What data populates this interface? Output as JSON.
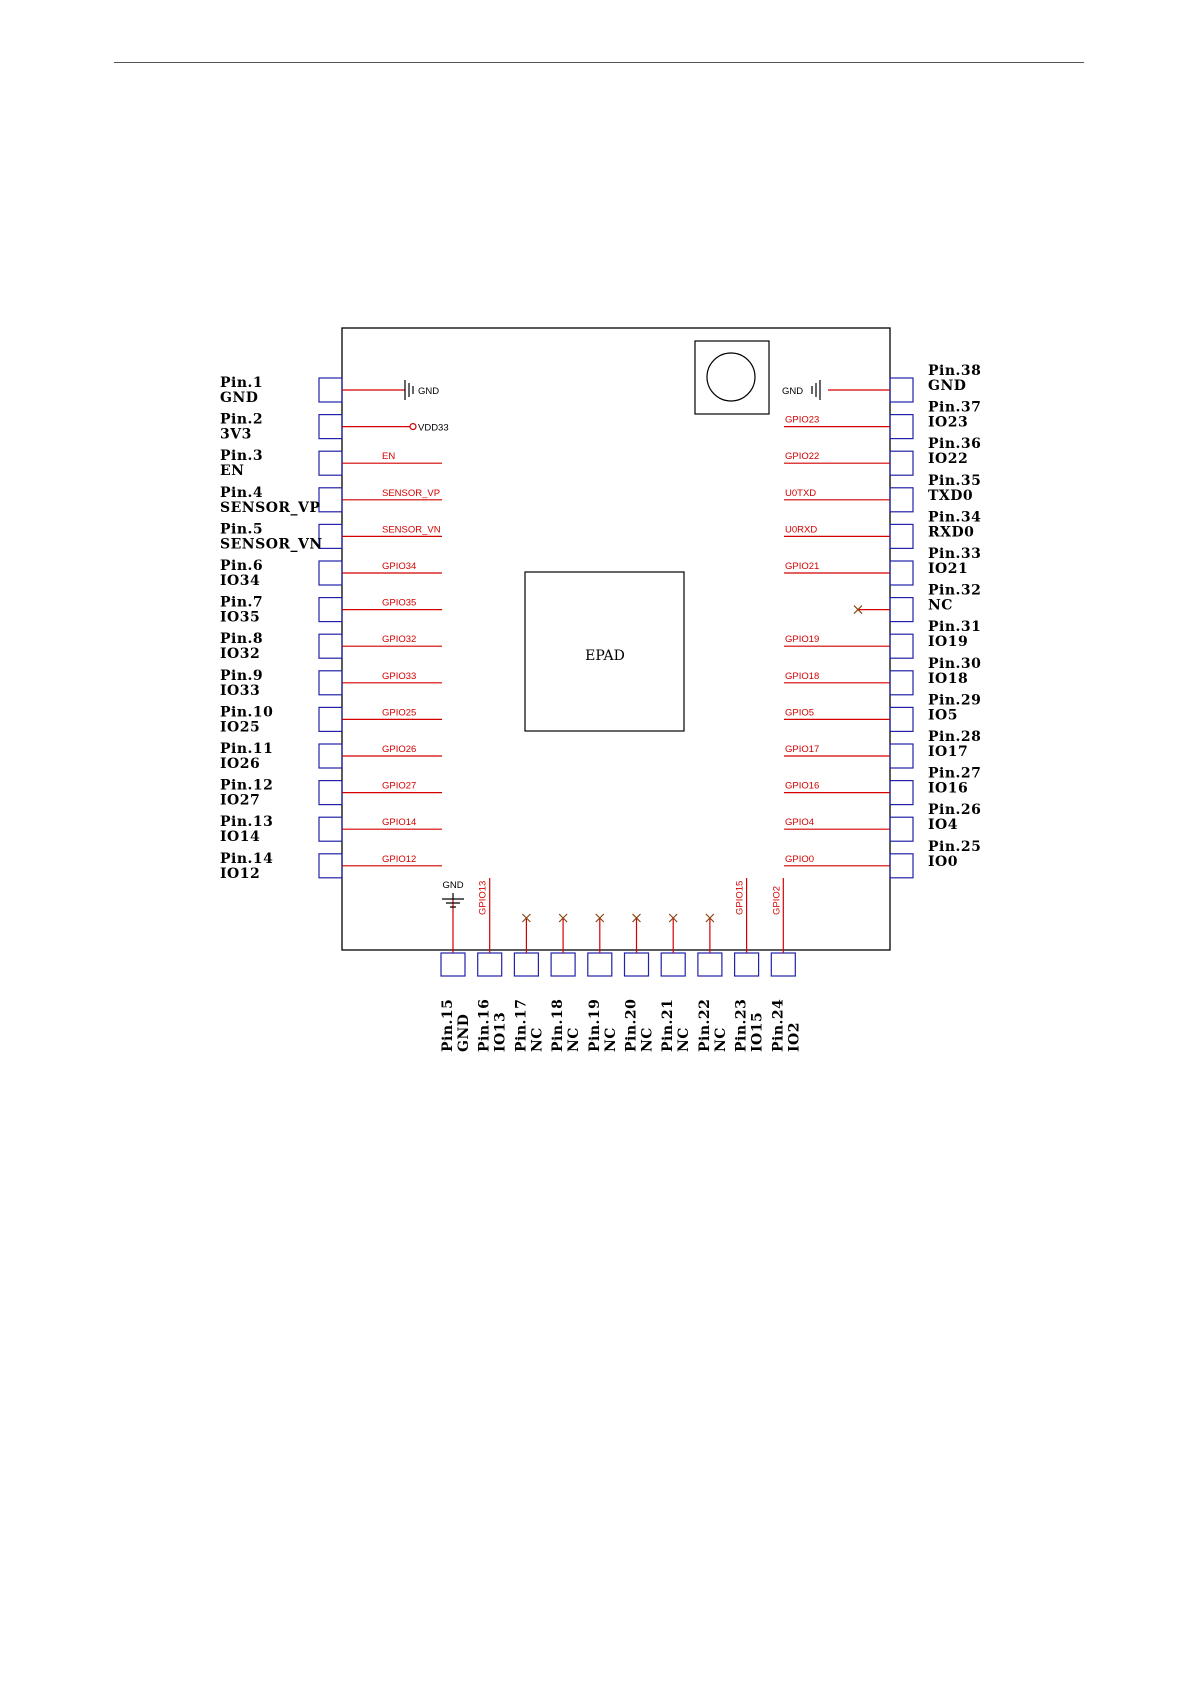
{
  "module": {
    "epad_label": "EPAD",
    "left_pins": [
      {
        "pin": "Pin.1",
        "name": "GND",
        "net": "GND",
        "kind": "gnd"
      },
      {
        "pin": "Pin.2",
        "name": "3V3",
        "net": "VDD33",
        "kind": "vdd"
      },
      {
        "pin": "Pin.3",
        "name": "EN",
        "net": "EN",
        "kind": "net"
      },
      {
        "pin": "Pin.4",
        "name": "SENSOR_VP",
        "net": "SENSOR_VP",
        "kind": "net"
      },
      {
        "pin": "Pin.5",
        "name": "SENSOR_VN",
        "net": "SENSOR_VN",
        "kind": "net"
      },
      {
        "pin": "Pin.6",
        "name": "IO34",
        "net": "GPIO34",
        "kind": "net"
      },
      {
        "pin": "Pin.7",
        "name": "IO35",
        "net": "GPIO35",
        "kind": "net"
      },
      {
        "pin": "Pin.8",
        "name": "IO32",
        "net": "GPIO32",
        "kind": "net"
      },
      {
        "pin": "Pin.9",
        "name": "IO33",
        "net": "GPIO33",
        "kind": "net"
      },
      {
        "pin": "Pin.10",
        "name": "IO25",
        "net": "GPIO25",
        "kind": "net"
      },
      {
        "pin": "Pin.11",
        "name": "IO26",
        "net": "GPIO26",
        "kind": "net"
      },
      {
        "pin": "Pin.12",
        "name": "IO27",
        "net": "GPIO27",
        "kind": "net"
      },
      {
        "pin": "Pin.13",
        "name": "IO14",
        "net": "GPIO14",
        "kind": "net"
      },
      {
        "pin": "Pin.14",
        "name": "IO12",
        "net": "GPIO12",
        "kind": "net"
      }
    ],
    "right_pins": [
      {
        "pin": "Pin.38",
        "name": "GND",
        "net": "GND",
        "kind": "gnd"
      },
      {
        "pin": "Pin.37",
        "name": "IO23",
        "net": "GPIO23",
        "kind": "net"
      },
      {
        "pin": "Pin.36",
        "name": "IO22",
        "net": "GPIO22",
        "kind": "net"
      },
      {
        "pin": "Pin.35",
        "name": "TXD0",
        "net": "U0TXD",
        "kind": "net"
      },
      {
        "pin": "Pin.34",
        "name": "RXD0",
        "net": "U0RXD",
        "kind": "net"
      },
      {
        "pin": "Pin.33",
        "name": "IO21",
        "net": "GPIO21",
        "kind": "net"
      },
      {
        "pin": "Pin.32",
        "name": "NC",
        "net": "",
        "kind": "nc"
      },
      {
        "pin": "Pin.31",
        "name": "IO19",
        "net": "GPIO19",
        "kind": "net"
      },
      {
        "pin": "Pin.30",
        "name": "IO18",
        "net": "GPIO18",
        "kind": "net"
      },
      {
        "pin": "Pin.29",
        "name": "IO5",
        "net": "GPIO5",
        "kind": "net"
      },
      {
        "pin": "Pin.28",
        "name": "IO17",
        "net": "GPIO17",
        "kind": "net"
      },
      {
        "pin": "Pin.27",
        "name": "IO16",
        "net": "GPIO16",
        "kind": "net"
      },
      {
        "pin": "Pin.26",
        "name": "IO4",
        "net": "GPIO4",
        "kind": "net"
      },
      {
        "pin": "Pin.25",
        "name": "IO0",
        "net": "GPIO0",
        "kind": "net"
      }
    ],
    "bottom_pins": [
      {
        "pin": "Pin.15",
        "name": "GND",
        "net": "GND",
        "kind": "gnd"
      },
      {
        "pin": "Pin.16",
        "name": "IO13",
        "net": "GPIO13",
        "kind": "net"
      },
      {
        "pin": "Pin.17",
        "name": "NC",
        "net": "",
        "kind": "nc"
      },
      {
        "pin": "Pin.18",
        "name": "NC",
        "net": "",
        "kind": "nc"
      },
      {
        "pin": "Pin.19",
        "name": "NC",
        "net": "",
        "kind": "nc"
      },
      {
        "pin": "Pin.20",
        "name": "NC",
        "net": "",
        "kind": "nc"
      },
      {
        "pin": "Pin.21",
        "name": "NC",
        "net": "",
        "kind": "nc"
      },
      {
        "pin": "Pin.22",
        "name": "NC",
        "net": "",
        "kind": "nc"
      },
      {
        "pin": "Pin.23",
        "name": "IO15",
        "net": "GPIO15",
        "kind": "net"
      },
      {
        "pin": "Pin.24",
        "name": "IO2",
        "net": "GPIO2",
        "kind": "net"
      }
    ]
  },
  "colors": {
    "pad": "#2222aa",
    "wire": "#d40000",
    "outline": "#000000",
    "nc_mark": "#8b4513"
  }
}
